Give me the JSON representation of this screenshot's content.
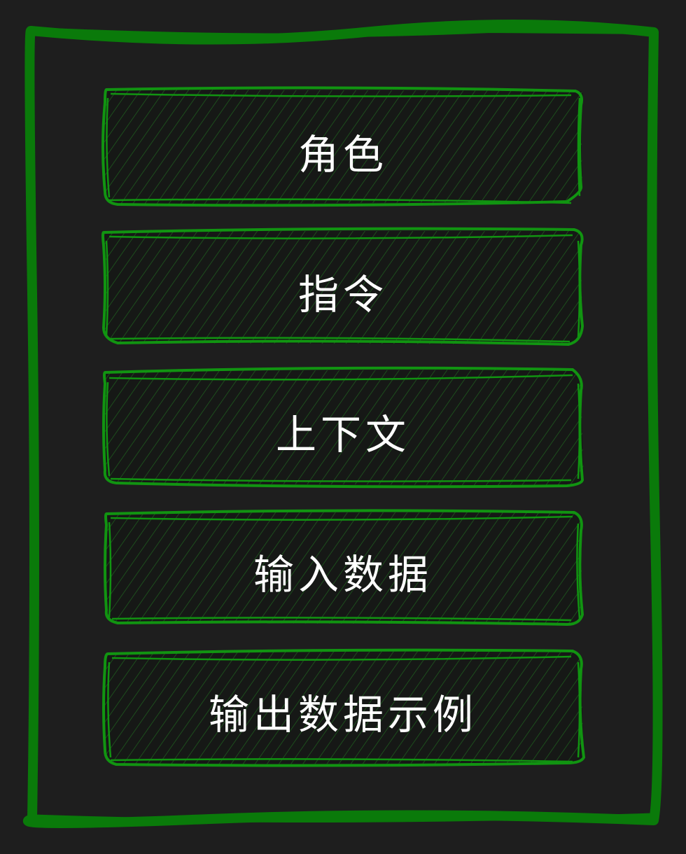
{
  "colors": {
    "background": "#1e1e1e",
    "frame_stroke": "#0a7a0a",
    "box_stroke": "#119411",
    "box_fill": "#161816",
    "hatch": "#1d5a1d",
    "text": "#ffffff"
  },
  "blocks": [
    {
      "id": "role",
      "label": "角色"
    },
    {
      "id": "instruction",
      "label": "指令"
    },
    {
      "id": "context",
      "label": "上下文"
    },
    {
      "id": "input-data",
      "label": "输入数据"
    },
    {
      "id": "output-example",
      "label": "输出数据示例"
    }
  ]
}
